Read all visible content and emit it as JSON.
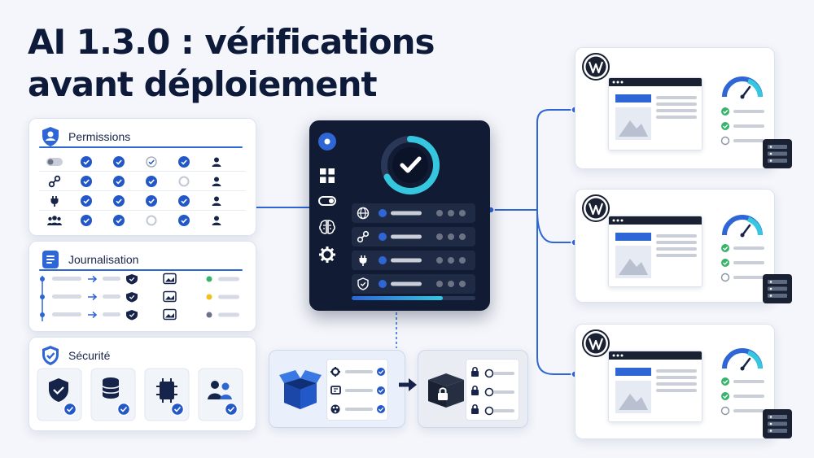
{
  "title": {
    "line1": "AI 1.3.0 : vérifications",
    "line2": "avant déploiement"
  },
  "panels": {
    "permissions": {
      "label": "Permissions"
    },
    "logging": {
      "label": "Journalisation"
    },
    "security": {
      "label": "Sécurité"
    }
  },
  "icons": {
    "permissions_header": "user-shield-icon",
    "logging_header": "document-list-icon",
    "security_header": "shield-check-icon",
    "wordpress": "wordpress-logo-icon",
    "main_dashboard": "dashboard-grid-icon",
    "package_open": "open-box-icon",
    "package_locked": "locked-box-icon"
  },
  "colors": {
    "accent": "#2f66d6",
    "check_blue": "#2358c9",
    "dark_card": "#111b33",
    "teal": "#35c7e0",
    "green": "#38b36a",
    "yellow": "#f0c020",
    "gray": "#6b7385"
  },
  "progress": {
    "main_bar": 0.74
  }
}
